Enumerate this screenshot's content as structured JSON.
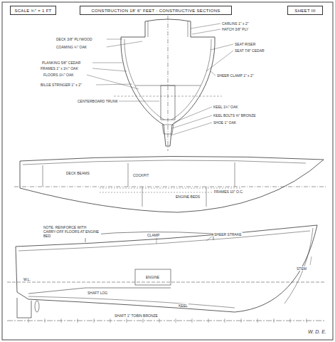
{
  "diagram": {
    "nodes": [
      {
        "text": [
          "SCALE ¾\" = 1 FT"
        ]
      },
      {
        "text": [
          "CONSTRUCTION 18' 6\" FEET - CONSTRUCTIVE SECTIONS"
        ]
      },
      {
        "text": [
          "SHEET III"
        ]
      }
    ],
    "labels": [
      "DECK 3/8\" PLYWOOD",
      "COAMING ¾\" OAK",
      "PLANKING 5/8\" CEDAR",
      "FRAMES 1\" x 1¼\" OAK",
      "FLOORS 1¼\" OAK",
      "BILGE STRINGER 1\" x 2\"",
      "CENTERBOARD TRUNK",
      "CARLINS 1\" x 2\"",
      "HATCH 3/8\" PLY",
      "SEAT RISER",
      "SEAT 7/8\" CEDAR",
      "SHEER CLAMP 1\" x 2\"",
      "KEEL 1¾\" OAK",
      "KEEL BOLTS ⅜\" BRONZE",
      "SHOE 1\" OAK",
      "DECK BEAMS",
      "COCKPIT",
      "ENGINE BEDS",
      "FRAMES 10\" O.C.",
      "NOTE: REINFORCE WITH CARRY-OFF FLOORS AT ENGINE BED",
      "SHEER STRAKE",
      "CLAMP",
      "ENGINE",
      "STEM",
      "W.L.",
      "SHAFT LOG",
      "KEEL",
      "SHAFT 1\" TOBIN BRONZE",
      "W. D. E."
    ]
  }
}
